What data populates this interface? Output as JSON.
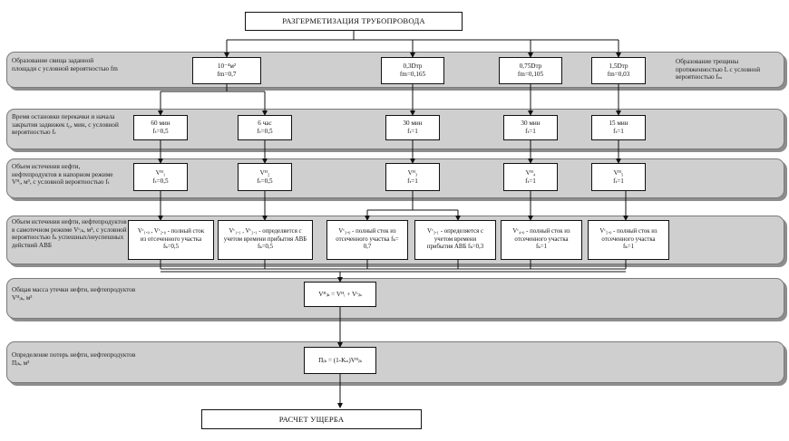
{
  "title": "РАЗГЕРМЕТИЗАЦИЯ ТРУБОПРОВОДА",
  "final": "РАСЧЕТ УЩЕРБА",
  "bands": [
    "Образование свища заданной площади с условной вероятностью fm",
    "Время остановки перекачки и начала закрытия задвижек t₀, мин, с условной вероятностью fₜ",
    "Объем истечения нефти, нефтепродуктов в напорном режиме Vᴴᵢ, м³, с условной вероятностью fₜ",
    "Объем истечения нефти, нефтепродуктов в самотечном режиме Vᶜᵢₖ, м³, с условной вероятностью fₖ успешных/неуспешных действий АВБ",
    "Общая масса утечки нефти, нефтепродуктов Vᴴᵢₖ, м³",
    "Определение потерь нефти, нефтепродуктов Пᵢₖ, м³"
  ],
  "right_note": "Образование трещины протяженностью L с условной вероятностью fₘ",
  "row1": [
    {
      "l1": "10⁻⁴м²",
      "l2": "fm=0,7"
    },
    {
      "l1": "0,3Dтр",
      "l2": "fm=0,165"
    },
    {
      "l1": "0,75Dтр",
      "l2": "fm=0,105"
    },
    {
      "l1": "1,5Dтр",
      "l2": "fm=0,03"
    }
  ],
  "row2": [
    {
      "l1": "60 мин",
      "l2": "fₜ=0,5"
    },
    {
      "l1": "6 час",
      "l2": "fₜ=0,5"
    },
    {
      "l1": "30 мин",
      "l2": "fₜ=1"
    },
    {
      "l1": "30 мин",
      "l2": "fₜ=1"
    },
    {
      "l1": "15 мин",
      "l2": "fₜ=1"
    }
  ],
  "row3": [
    {
      "l1": "Vᴴ₁",
      "l2": "fₜ=0,5"
    },
    {
      "l1": "Vᴴ₂",
      "l2": "fₜ=0,5"
    },
    {
      "l1": "Vᴴ₃",
      "l2": "fₜ=1"
    },
    {
      "l1": "Vᴴ₄",
      "l2": "fₜ=1"
    },
    {
      "l1": "Vᴴ₅",
      "l2": "fₜ=1"
    }
  ],
  "row4": [
    {
      "l1": "Vᶜ₁.₀ , Vᶜ₂.₀ - полный сток",
      "l2": "из отсеченного участка",
      "l3": "fₖ=0,5"
    },
    {
      "l1": "Vᶜ₁.₁ , Vᶜ₂.₁ - определяется с",
      "l2": "учетом времени прибытия АВБ",
      "l3": "fₖ=0,5"
    },
    {
      "l1": "Vᶜ₃.₀ - полный сток из",
      "l2": "отсеченного участка fₖ=",
      "l3": "0,7"
    },
    {
      "l1": "Vᶜ₃.₁ - определяется с",
      "l2": "учетом времени",
      "l3": "прибытия АВБ fₖ=0,3"
    },
    {
      "l1": "Vᶜ₄.₀ - полный сток из",
      "l2": "отсеченного участка",
      "l3": "fₖ=1"
    },
    {
      "l1": "Vᶜ₅.₀ - полный сток из",
      "l2": "отсеченного участка",
      "l3": "fₖ=1"
    }
  ],
  "formula1": "Vᴴᵢₖ = Vᴴᵢ + Vᶜᵢₖ",
  "formula2": "Пᵢₖ = (1-Kₙ)Vᴴᵢₖ"
}
